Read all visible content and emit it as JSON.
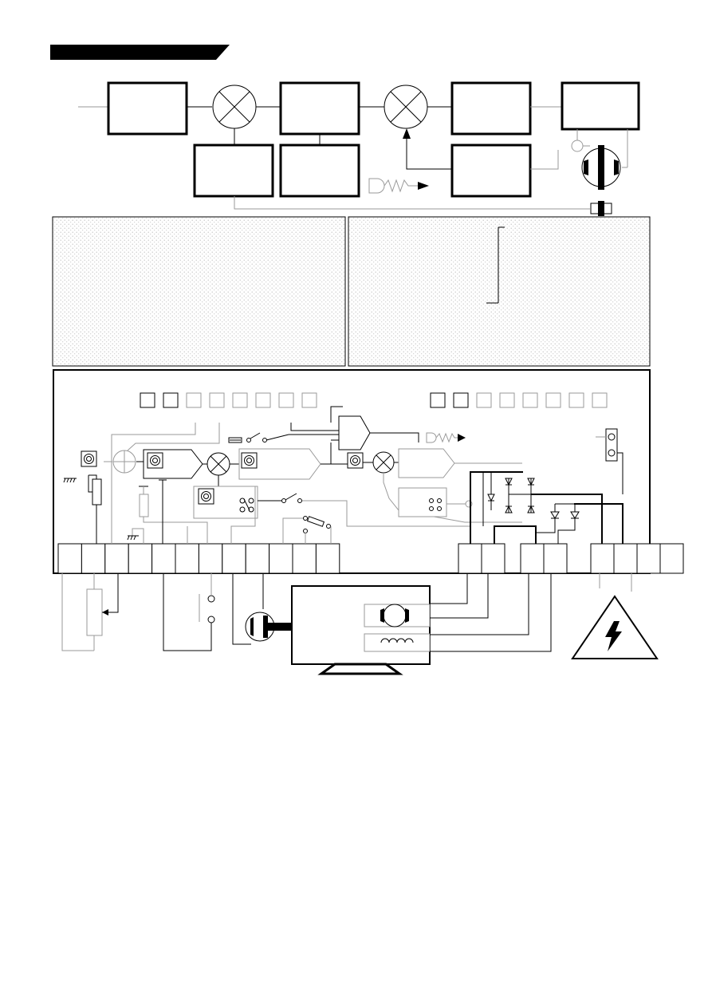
{
  "header": {
    "title_banner": "",
    "banner_color": "#000000"
  },
  "top_diagram": {
    "blocks": [
      {
        "id": "input-block",
        "label": ""
      },
      {
        "id": "controller-block",
        "label": ""
      },
      {
        "id": "current-controller-block",
        "label": ""
      },
      {
        "id": "power-stage-block",
        "label": ""
      },
      {
        "id": "speed-feedback-block",
        "label": ""
      },
      {
        "id": "ramp-block",
        "label": ""
      },
      {
        "id": "current-limit-block",
        "label": ""
      },
      {
        "id": "motor-block",
        "label": ""
      }
    ],
    "symbols": [
      "summing-junction",
      "summing-junction",
      "tacho-generator",
      "motor-armature",
      "relay-output"
    ]
  },
  "panels": {
    "left_panel_text": "",
    "right_panel_text": ""
  },
  "board": {
    "top_led_count_left": 8,
    "top_led_count_right": 8,
    "left_terminal_count": 12,
    "right_terminal_count": 8,
    "potentiometer_count": 4,
    "colors": {
      "line": "#000000",
      "grey_line": "#9a9a9a",
      "panel_dots": "#b0b0b0"
    }
  },
  "external": {
    "warning_symbol": "high-voltage-warning",
    "motor": "dc-motor"
  }
}
